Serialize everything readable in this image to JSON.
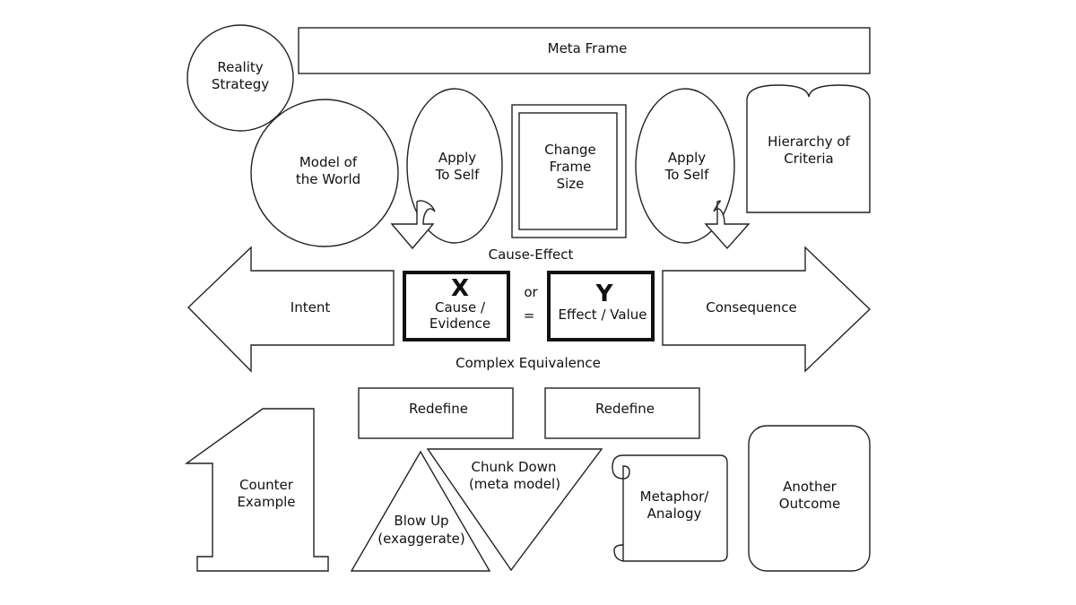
{
  "meta_frame": "Meta Frame",
  "reality_strategy": [
    "Reality",
    "Strategy"
  ],
  "model_of_world": [
    "Model of",
    "the World"
  ],
  "apply_to_self_left": [
    "Apply",
    "To Self"
  ],
  "change_frame_size": [
    "Change",
    "Frame",
    "Size"
  ],
  "apply_to_self_right": [
    "Apply",
    "To Self"
  ],
  "hierarchy_of_criteria": [
    "Hierarchy of",
    "Criteria"
  ],
  "cause_effect": "Cause-Effect",
  "intent": "Intent",
  "x_box": {
    "symbol": "X",
    "lines": [
      "Cause /",
      "Evidence"
    ]
  },
  "or_label": "or",
  "equals_label": "=",
  "y_box": {
    "symbol": "Y",
    "label": "Effect / Value"
  },
  "consequence": "Consequence",
  "complex_equivalence": "Complex Equivalence",
  "redefine_left": "Redefine",
  "redefine_right": "Redefine",
  "counter_example": [
    "Counter",
    "Example"
  ],
  "chunk_down": [
    "Chunk Down",
    "(meta model)"
  ],
  "blow_up": [
    "Blow Up",
    "(exaggerate)"
  ],
  "metaphor": [
    "Metaphor/",
    "Analogy"
  ],
  "another_outcome": [
    "Another",
    "Outcome"
  ]
}
